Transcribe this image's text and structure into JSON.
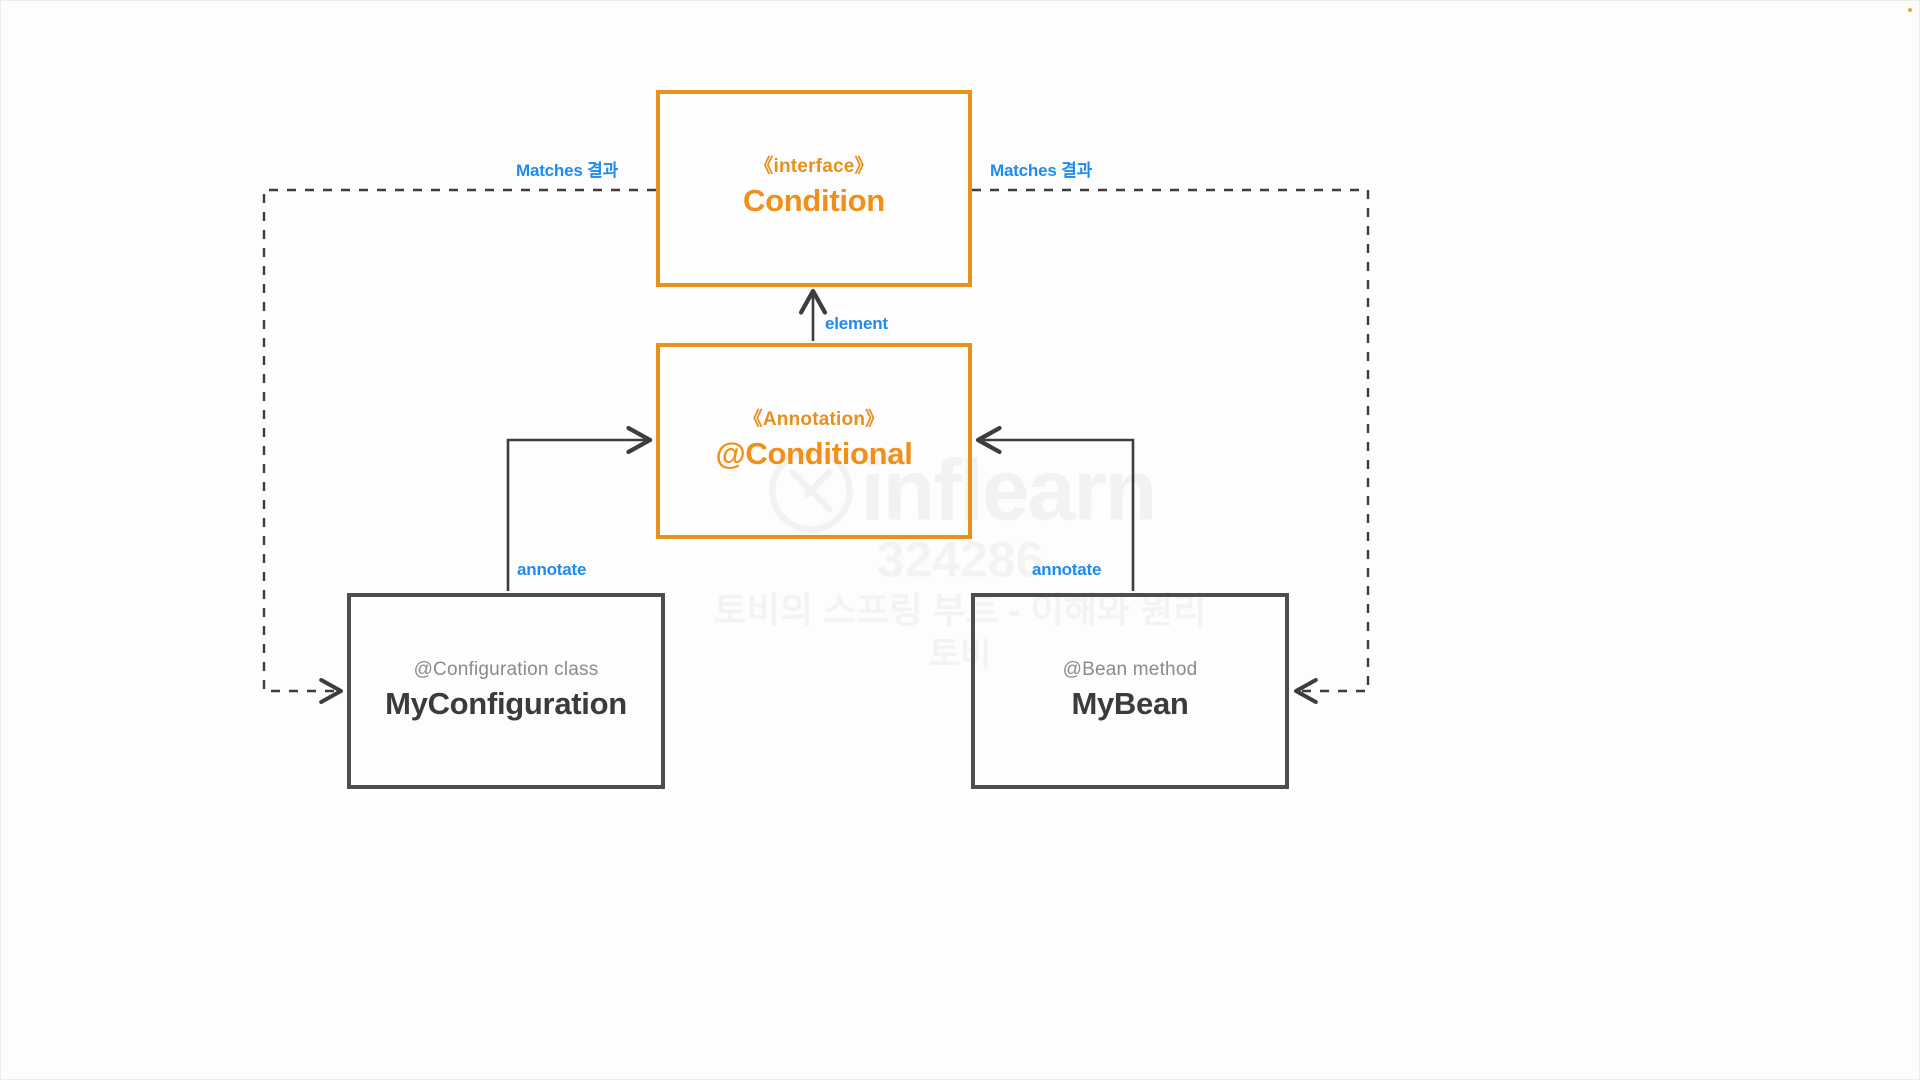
{
  "diagram": {
    "title": "Condition / @Conditional UML relationship diagram",
    "colors": {
      "orange": "#e8901c",
      "gray": "#4d4d4d",
      "label_blue": "#1f8bef",
      "subtitle_gray": "#8b8b8b",
      "background": "#fdfdfd"
    },
    "nodes": [
      {
        "id": "condition",
        "stereotype": "《interface》",
        "title": "Condition",
        "style": "orange"
      },
      {
        "id": "conditional",
        "stereotype": "《Annotation》",
        "title": "@Conditional",
        "style": "orange"
      },
      {
        "id": "myconfiguration",
        "stereotype": "@Configuration class",
        "title": "MyConfiguration",
        "style": "gray"
      },
      {
        "id": "mybean",
        "stereotype": "@Bean method",
        "title": "MyBean",
        "style": "gray"
      }
    ],
    "edges": [
      {
        "id": "matches-left",
        "label": "Matches 결과",
        "from": "condition",
        "to": "myconfiguration",
        "line": "dashed",
        "arrow": "open"
      },
      {
        "id": "matches-right",
        "label": "Matches 결과",
        "from": "condition",
        "to": "mybean",
        "line": "dashed",
        "arrow": "open"
      },
      {
        "id": "element",
        "label": "element",
        "from": "conditional",
        "to": "condition",
        "line": "solid",
        "arrow": "open"
      },
      {
        "id": "annotate-left",
        "label": "annotate",
        "from": "myconfiguration",
        "to": "conditional",
        "line": "solid",
        "arrow": "open"
      },
      {
        "id": "annotate-right",
        "label": "annotate",
        "from": "mybean",
        "to": "conditional",
        "line": "solid",
        "arrow": "open"
      }
    ]
  },
  "watermark": {
    "brand": "inflearn",
    "id": "324286",
    "course_title": "토비의 스프링 부트 - 이해와 원리",
    "author": "토비"
  }
}
